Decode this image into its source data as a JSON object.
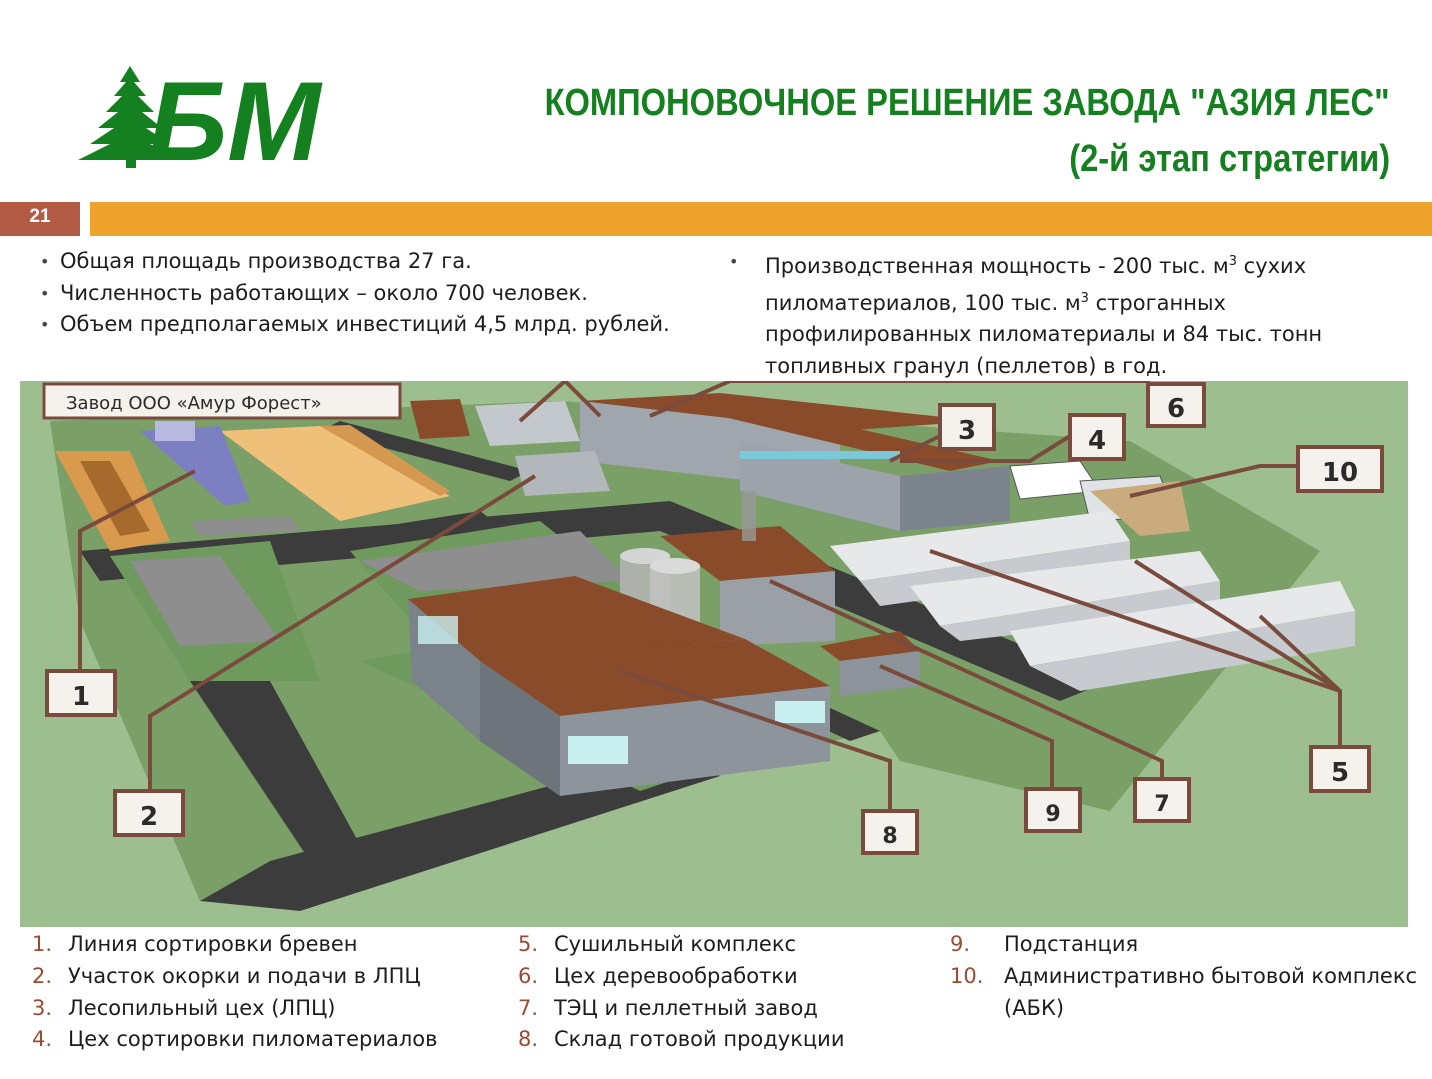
{
  "header": {
    "logo_text": "БМ",
    "title_line1": "КОМПОНОВОЧНОЕ РЕШЕНИЕ ЗАВОДА \"АЗИЯ ЛЕС\"",
    "title_line2": "(2-й этап стратегии)",
    "slide_number": "21"
  },
  "colors": {
    "brand_green": "#14801f",
    "orange_bar": "#eda32d",
    "slide_number_bg": "#b35b45",
    "callout_border": "#7a4b3c",
    "callout_line": "#7a4b3c"
  },
  "bullets_left": [
    "Общая площадь производства 27 га.",
    "Численность работающих – около 700 человек.",
    "Объем предполагаемых инвестиций 4,5 млрд. рублей."
  ],
  "bullets_right": {
    "line1_a": "Производственная мощность - 200 тыс. м",
    "sup1": "3",
    "line1_b": " сухих",
    "line2_a": "пиломатериалов, 100 тыс. м",
    "sup2": "3",
    "line2_b": " строганных",
    "line3": "профилированных пиломатериалы  и 84 тыс. тонн",
    "line4": "топливных гранул (пеллетов) в год."
  },
  "scene": {
    "neighbor_label": "Завод ООО «Амур Форест»",
    "callouts": [
      "1",
      "2",
      "3",
      "4",
      "5",
      "6",
      "7",
      "8",
      "9",
      "10"
    ]
  },
  "legend": [
    {
      "num": "1.",
      "text": "Линия сортировки бревен"
    },
    {
      "num": "2.",
      "text": "Участок окорки и подачи в ЛПЦ"
    },
    {
      "num": "3.",
      "text": "Лесопильный цех (ЛПЦ)"
    },
    {
      "num": "4.",
      "text": "Цех сортировки пиломатериалов"
    },
    {
      "num": "5.",
      "text": "Сушильный комплекс"
    },
    {
      "num": "6.",
      "text": "Цех деревообработки"
    },
    {
      "num": "7.",
      "text": "ТЭЦ и пеллетный завод"
    },
    {
      "num": "8.",
      "text": "Склад готовой продукции"
    },
    {
      "num": "9.",
      "text": "Подстанция"
    },
    {
      "num": "10.",
      "text": "Административно бытовой комплекс"
    },
    {
      "num": "",
      "text": "(АБК)"
    }
  ]
}
